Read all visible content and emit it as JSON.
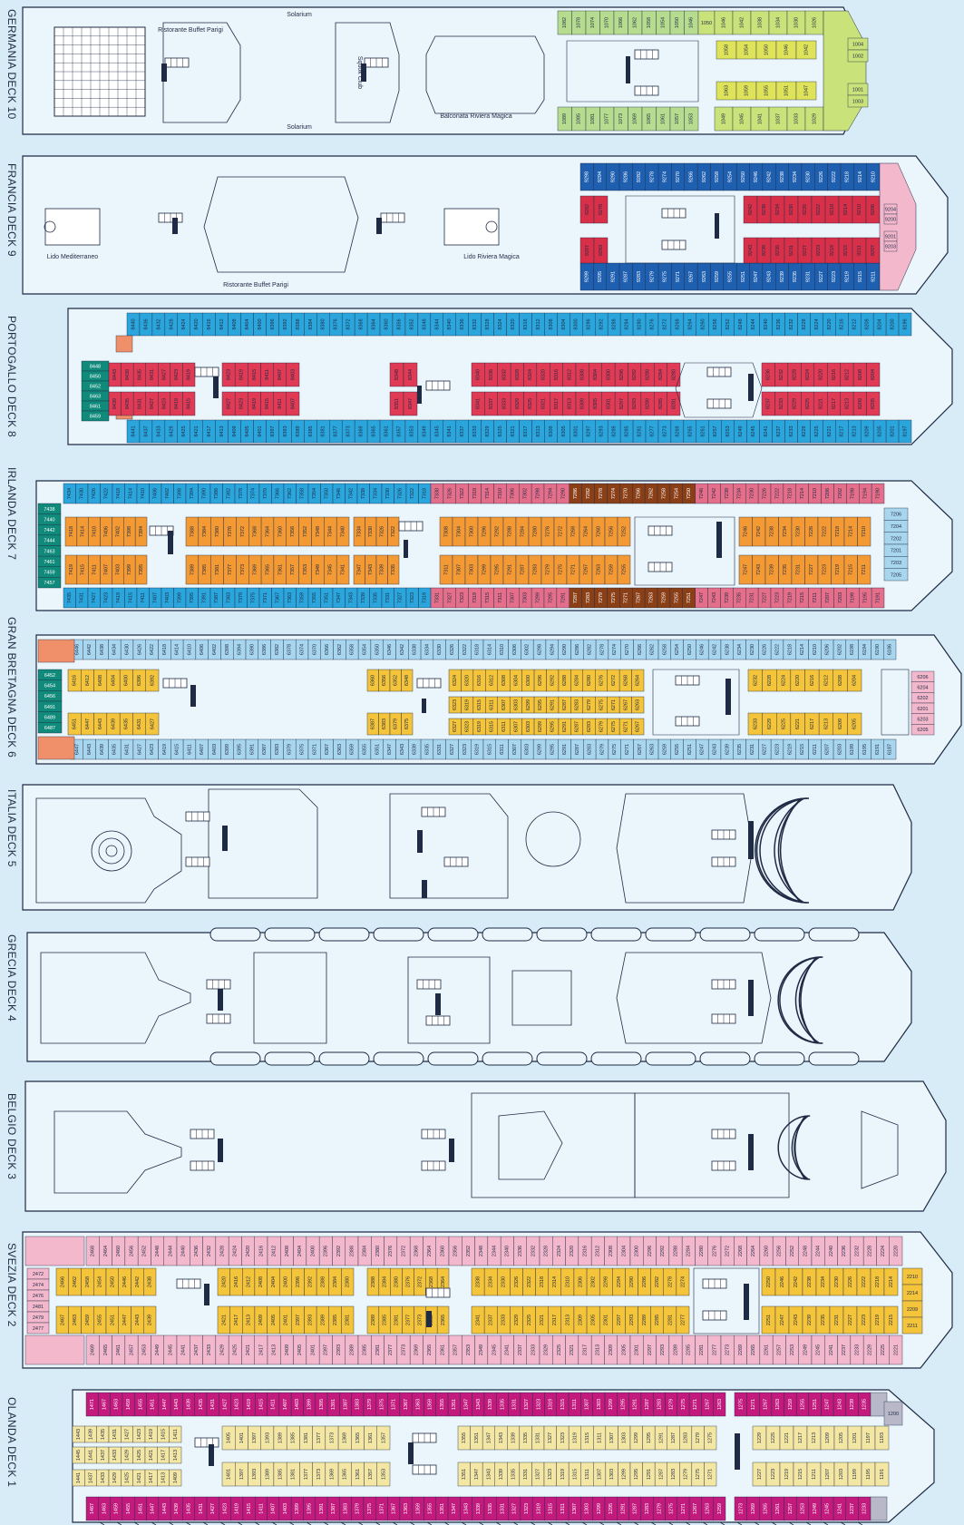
{
  "palette": {
    "bg": "#d7ecf7",
    "outline": "#1f2a44",
    "hull": "#eaf5fc",
    "green_light": "#b6dd8f",
    "lime": "#c9e27a",
    "lime_yellow": "#dfe35a",
    "blue": "#1f5fb0",
    "red": "#d9304a",
    "pink": "#f3b8cc",
    "sky": "#2aa6dd",
    "red2": "#e03a55",
    "orange": "#f39a35",
    "rose": "#e56f8a",
    "brown": "#8a3f17",
    "teal": "#108a7a",
    "lightblue": "#a9d6ef",
    "gold": "#f4c43a",
    "magenta": "#c21a7d",
    "yellow_pale": "#f4e7a4",
    "salmon": "#f0906a"
  },
  "decks": [
    {
      "label": "GERMANIA DECK 10",
      "labels": [
        "Solarium",
        "Ristorante Buffet Parigi",
        "Squok Club",
        "Solarium",
        "Balconata Riviera Magica"
      ],
      "cabins": [
        "1004",
        "1002",
        "1001",
        "1003",
        "1006",
        "1008",
        "1012",
        "1018",
        "1022",
        "1026",
        "1034",
        "1042",
        "1046",
        "1050",
        "1054",
        "1058",
        "1062",
        "1066",
        "1070",
        "1074",
        "1078",
        "1082",
        "1005",
        "1007",
        "1017",
        "1021",
        "1031",
        "1039",
        "1043",
        "1049",
        "1053",
        "1057",
        "1061",
        "1065",
        "1069",
        "1073",
        "1077",
        "1081",
        "1085",
        "1089",
        "1093"
      ]
    },
    {
      "label": "FRANCIA DECK 9",
      "labels": [
        "Lido Mediterraneo",
        "Ristorante Buffet Parigi",
        "Lido Riviera Magica"
      ],
      "cabins": [
        "9200",
        "9201",
        "9202",
        "9204",
        "9206",
        "9210",
        "9214",
        "9218",
        "9222",
        "9226",
        "9230",
        "9234",
        "9238",
        "9242",
        "9246",
        "9250",
        "9254",
        "9258",
        "9262",
        "9266",
        "9270",
        "9274",
        "9278",
        "9282",
        "9286",
        "9290",
        "9294",
        "9298",
        "9203",
        "9205",
        "9207",
        "9211",
        "9215",
        "9219",
        "9223",
        "9227",
        "9231",
        "9235",
        "9239",
        "9243",
        "9247",
        "9251",
        "9255",
        "9259",
        "9263",
        "9267",
        "9271",
        "9275",
        "9279",
        "9283",
        "9287",
        "9291",
        "9295",
        "9299"
      ]
    },
    {
      "label": "PORTOGALLO DECK 8",
      "labels": [],
      "cabins": [
        "8440",
        "8448",
        "8450",
        "8452",
        "8463",
        "8461",
        "8459",
        "8447",
        "8441",
        "8443",
        "8439",
        "8435",
        "8431",
        "8427",
        "8423",
        "8420",
        "8429",
        "8351",
        "8348",
        "8340",
        "8336",
        "8332",
        "8328",
        "8324",
        "8320",
        "8316",
        "8312",
        "8308",
        "8304",
        "8300",
        "8296",
        "8292",
        "8288",
        "8284",
        "8280",
        "8276",
        "8272",
        "8268",
        "8264",
        "8260",
        "8256",
        "8252",
        "8248",
        "8244",
        "8240",
        "8236",
        "8232",
        "8228",
        "8224",
        "8220",
        "8216",
        "8212",
        "8208",
        "8204",
        "8200",
        "8201",
        "8205",
        "8209",
        "8213",
        "8217"
      ]
    },
    {
      "label": "IRLANDA DECK 7",
      "labels": [],
      "cabins": [
        "7434",
        "7438",
        "7440",
        "7442",
        "7444",
        "7463",
        "7461",
        "7459",
        "7457",
        "7435",
        "7206",
        "7204",
        "7202",
        "7201",
        "7203",
        "7205",
        "7330",
        "7334",
        "7347",
        "7308",
        "7304",
        "7296",
        "7292",
        "7286",
        "7311",
        "7317",
        "7303",
        "7307",
        "7299",
        "7295",
        "7291",
        "7287",
        "7283",
        "7279",
        "7275",
        "7271",
        "7267",
        "7263",
        "7259",
        "7255",
        "7251",
        "7247",
        "7243",
        "7239",
        "7235",
        "7231",
        "7227",
        "7223",
        "7219",
        "7215",
        "7211",
        "7207"
      ]
    },
    {
      "label": "GRAN BRETAGNA DECK 6",
      "labels": [],
      "cabins": [
        "6448",
        "6446",
        "6450",
        "6452",
        "6454",
        "6456",
        "6491",
        "6489",
        "6487",
        "6483",
        "6485",
        "6475",
        "6416",
        "6451",
        "6360",
        "6387",
        "6324",
        "6327",
        "6208",
        "6206",
        "6204",
        "6202",
        "6201",
        "6203",
        "6205",
        "6207"
      ]
    },
    {
      "label": "ITALIA DECK 5",
      "labels": [],
      "cabins": []
    },
    {
      "label": "GRECIA DECK 4",
      "labels": [],
      "cabins": []
    },
    {
      "label": "BELGIO DECK 3",
      "labels": [],
      "cabins": []
    },
    {
      "label": "SVEZIA DECK 2",
      "labels": [],
      "cabins": [
        "2470",
        "2472",
        "2474",
        "2476",
        "2481",
        "2479",
        "2477",
        "2475",
        "2468",
        "2474",
        "2363",
        "2208",
        "2210",
        "2212",
        "2214",
        "2218",
        "2209",
        "2211",
        "2213",
        "2215",
        "2217",
        "2219",
        "2221",
        "2225",
        "2229",
        "2233",
        "2237",
        "2241",
        "2245",
        "2249",
        "2253",
        "2257",
        "2261",
        "2265",
        "2269",
        "2273",
        "2277",
        "2281",
        "2285",
        "2289",
        "2293",
        "2297",
        "2301",
        "2305",
        "2309",
        "2313",
        "2317",
        "2321",
        "2325",
        "2329",
        "2333",
        "2337",
        "2341",
        "2345"
      ]
    },
    {
      "label": "OLANDA DECK 1",
      "labels": [],
      "cabins": [
        "1200",
        "1201",
        "1203",
        "1205",
        "1420",
        "1431",
        "1353",
        "1207",
        "1211",
        "1215",
        "1219",
        "1223",
        "1227",
        "1231",
        "1235",
        "1239",
        "1243",
        "1247",
        "1251",
        "1255",
        "1259",
        "1263",
        "1267",
        "1271",
        "1275",
        "1279",
        "1283",
        "1287",
        "1291",
        "1295",
        "1299",
        "1303",
        "1307",
        "1311",
        "1315",
        "1319",
        "1323",
        "1327",
        "1331",
        "1335",
        "1339",
        "1343",
        "1347",
        "1351",
        "1355",
        "1359",
        "1363",
        "1367",
        "1371",
        "1375",
        "1379",
        "1383",
        "1387",
        "1391",
        "1395",
        "1399",
        "1403",
        "1407",
        "1411",
        "1415",
        "1419",
        "1423",
        "1427",
        "1431",
        "1435",
        "1439",
        "1443",
        "1447",
        "1451",
        "1455",
        "1459",
        "1463",
        "1467",
        "1471"
      ]
    }
  ]
}
